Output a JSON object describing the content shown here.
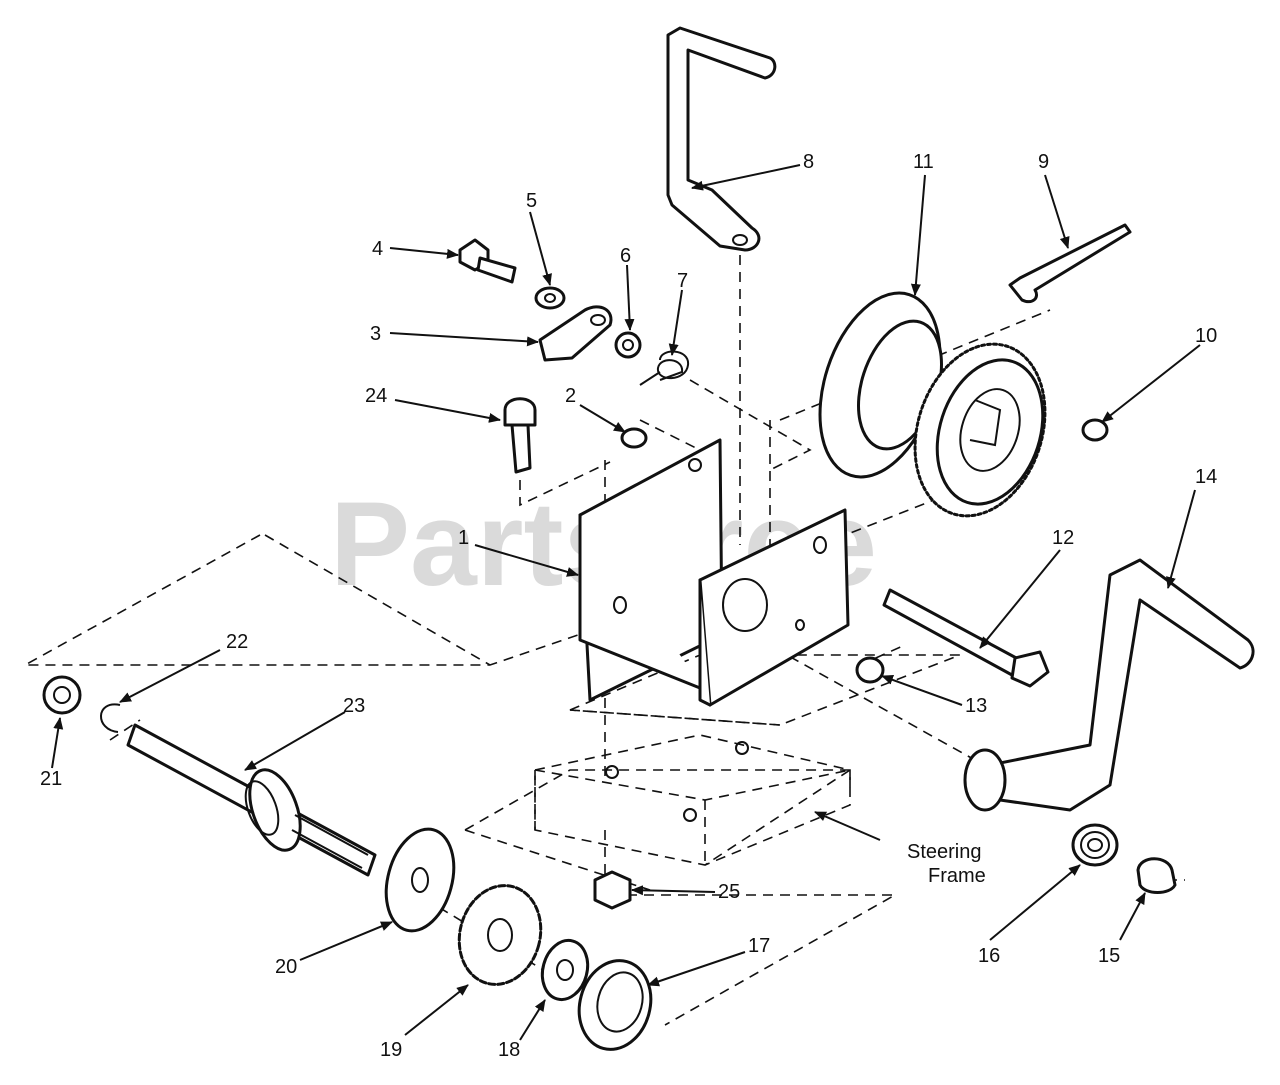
{
  "watermark": "PartsTree",
  "callouts": [
    "1",
    "2",
    "3",
    "4",
    "5",
    "6",
    "7",
    "8",
    "9",
    "10",
    "11",
    "12",
    "13",
    "14",
    "15",
    "16",
    "17",
    "18",
    "19",
    "20",
    "21",
    "22",
    "23",
    "24",
    "25"
  ],
  "steering_frame_label": [
    "Steering",
    "Frame"
  ],
  "colors": {
    "ink": "#111111",
    "background": "#ffffff",
    "watermark": "#bdbdbd"
  }
}
